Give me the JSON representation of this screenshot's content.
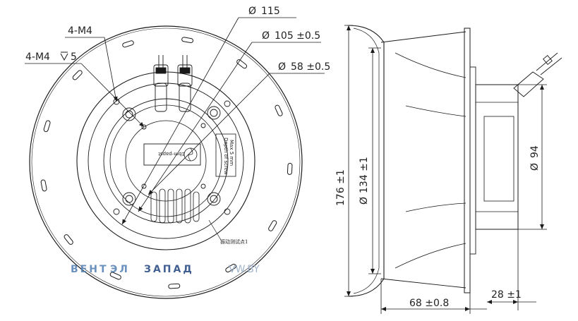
{
  "front_view": {
    "label_4m4": "4-M4",
    "label_4m4_depth": "4-M4",
    "label_depth_suffix": "5",
    "label_d115": "115",
    "label_d105": "105 ±0.5",
    "label_d58": "58 ±0.5",
    "hub_note_line1": "Depth of screw",
    "hub_note_line2": "Max 5 mm",
    "label_logo": "Ebm-papst",
    "vibration_point": "振动测试点1",
    "diameter_symbol": "Ø"
  },
  "side_view": {
    "label_height": "176 ±1",
    "label_d134": "134 ±1",
    "label_d94": "94",
    "label_width": "68 ±0.8",
    "label_motor": "28 ±1"
  },
  "watermark": {
    "brand_part1": "ВЕНТ",
    "brand_part2": "ЭЛ",
    "brand_part3": "ЗАПАД",
    "site": "VW.BY"
  },
  "colors": {
    "line": "#1a1a1a",
    "watermark_light": "#5a86b8",
    "watermark_dark": "#2d4f86"
  }
}
